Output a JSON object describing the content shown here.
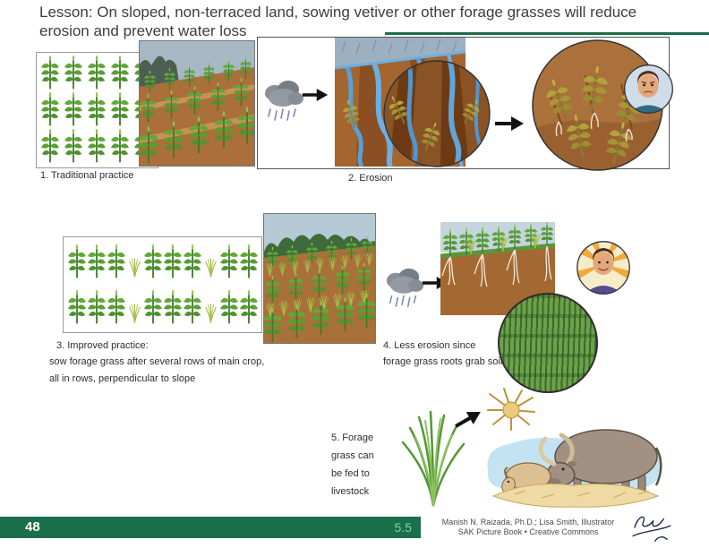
{
  "page": {
    "title": "Lesson: On sloped, non-terraced land, sowing vetiver or other forage grasses will reduce erosion and prevent water loss"
  },
  "steps": {
    "step1_caption": "1. Traditional practice",
    "step2_caption": "2. Erosion",
    "step3_caption_line1": "3. Improved practice:",
    "step3_caption_line2": "sow forage grass after several rows of main crop,",
    "step3_caption_line3": "all in rows, perpendicular to slope",
    "step4_caption_line1": "4. Less erosion since",
    "step4_caption_line2": "forage grass roots grab soil",
    "step5_caption_line1": "5. Forage",
    "step5_caption_line2": "grass can",
    "step5_caption_line3": "be fed to",
    "step5_caption_line4": "livestock"
  },
  "footer": {
    "page_number": "48",
    "section_number": "5.5",
    "credits_line1": "Manish N. Raizada, Ph.D.; Lisa Smith, Illustrator",
    "credits_line2": "SAK Picture Book • Creative Commons"
  },
  "icons": {
    "rain_cloud": "gray storm cloud with falling rain",
    "arrow_right": "black right-pointing arrow",
    "sad_farmer": "worried farmer portrait inset",
    "happy_farmer": "smiling farmer portrait with sun rays",
    "hay_bundle": "bundle of dried forage grass",
    "livestock": "water buffalo and goat eating hay",
    "signature": "illustrator handwritten signature"
  },
  "colors": {
    "accent_green": "#1a6f4a",
    "section_number_green": "#86d2a8",
    "title_text": "#3d3d3d",
    "caption_text": "#2e2e2e",
    "credits_text": "#4a4a4a",
    "soil_brown": "#a4652f",
    "corn_green": "#589e33",
    "water_blue": "#57a0d8"
  }
}
